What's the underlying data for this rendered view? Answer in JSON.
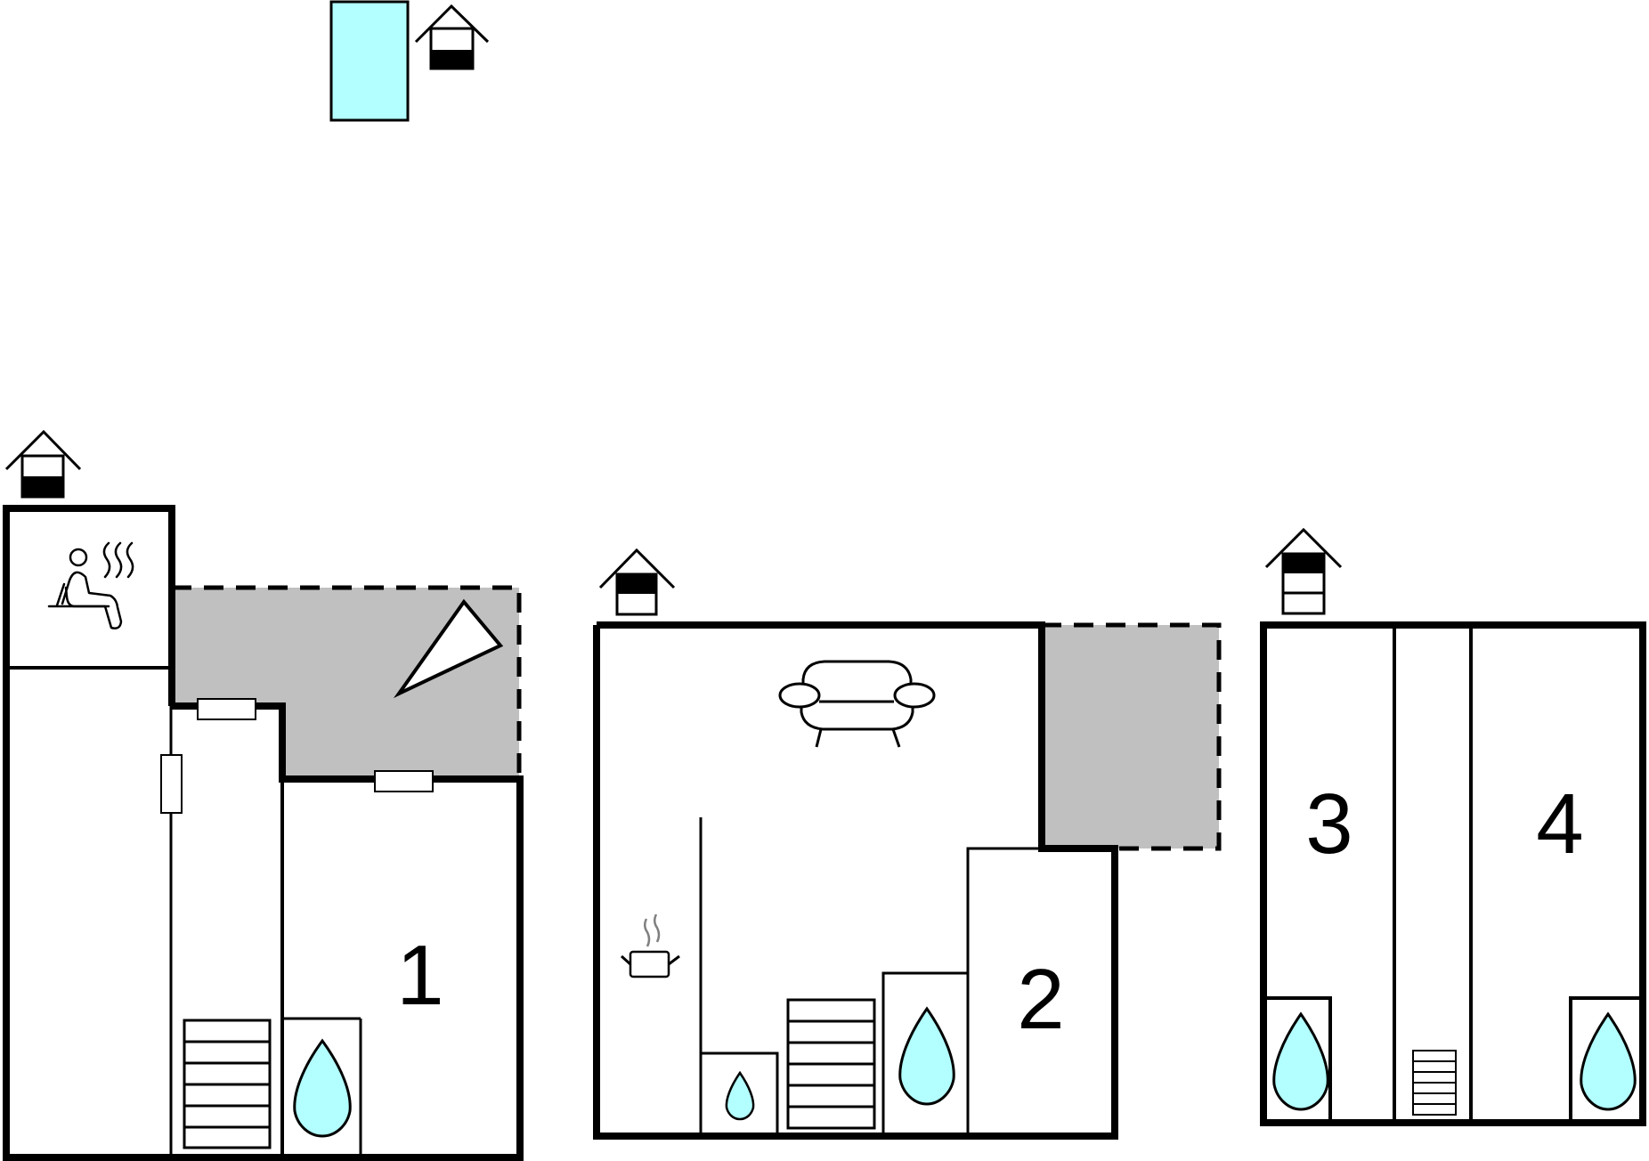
{
  "colors": {
    "wall": "#000000",
    "water": "#b3ffff",
    "terrace": "#c0c0c0",
    "background": "#ffffff",
    "steam": "#808080"
  },
  "icons": {
    "pool": "pool-icon",
    "house": "house-icon",
    "sauna": "sauna-icon",
    "sofa": "sofa-icon",
    "kitchen": "cooking-pot-icon",
    "shower": "shower-drop-icon",
    "radiator": "radiator-icon",
    "door": "door-icon",
    "compass": "compass-icon"
  },
  "rooms": [
    {
      "label": "1"
    },
    {
      "label": "2"
    },
    {
      "label": "3"
    },
    {
      "label": "4"
    }
  ]
}
